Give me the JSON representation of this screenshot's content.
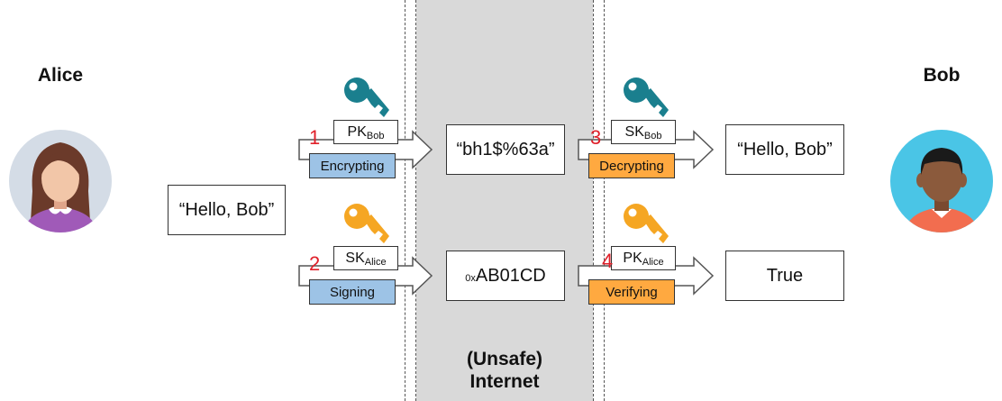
{
  "alice": {
    "name": "Alice"
  },
  "bob": {
    "name": "Bob"
  },
  "plaintext": "“Hello, Bob”",
  "encryption": {
    "step": "1",
    "key_main": "PK",
    "key_sub": "Bob",
    "operation": "Encrypting",
    "ciphertext": "“bh1$%63a”"
  },
  "signing": {
    "step": "2",
    "key_main": "SK",
    "key_sub": "Alice",
    "operation": "Signing",
    "signature_prefix": "0x",
    "signature_value": "AB01CD"
  },
  "decryption": {
    "step": "3",
    "key_main": "SK",
    "key_sub": "Bob",
    "operation": "Decrypting",
    "result": "“Hello, Bob”"
  },
  "verifying": {
    "step": "4",
    "key_main": "PK",
    "key_sub": "Alice",
    "operation": "Verifying",
    "result": "True"
  },
  "internet": {
    "line1": "(Unsafe)",
    "line2": "Internet"
  },
  "colors": {
    "public_key": "#1a7f8e",
    "private_key": "#f5a623",
    "encrypt_op": "#9dc3e6",
    "decrypt_op": "#ffa940",
    "step_number": "#e0202a",
    "internet_band": "#d9d9d9"
  },
  "icons": {
    "alice_avatar": "woman-avatar-icon",
    "bob_avatar": "man-avatar-icon",
    "public_key": "teal-key-icon",
    "private_key": "orange-key-icon"
  }
}
